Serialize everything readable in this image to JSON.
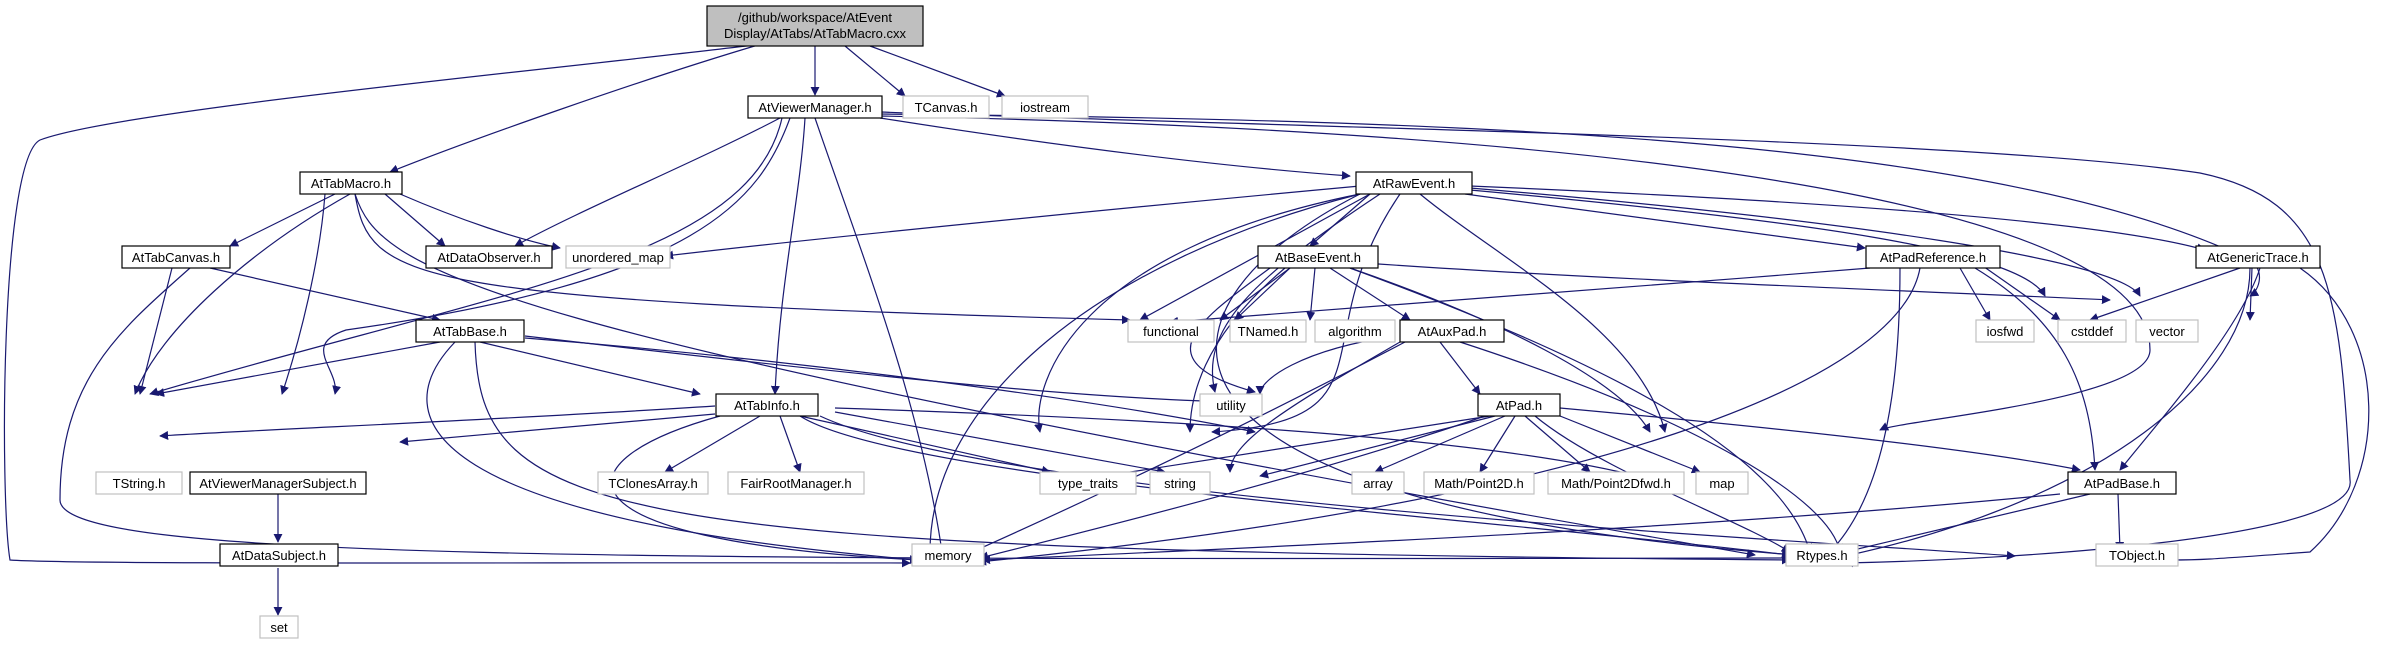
{
  "graph": {
    "root": {
      "line1": "/github/workspace/AtEvent",
      "line2": "Display/AtTabs/AtTabMacro.cxx"
    },
    "nodes": {
      "AtViewerManager_h": "AtViewerManager.h",
      "TCanvas_h": "TCanvas.h",
      "iostream": "iostream",
      "AtTabMacro_h": "AtTabMacro.h",
      "AtRawEvent_h": "AtRawEvent.h",
      "AtTabCanvas_h": "AtTabCanvas.h",
      "AtDataObserver_h": "AtDataObserver.h",
      "unordered_map": "unordered_map",
      "AtBaseEvent_h": "AtBaseEvent.h",
      "AtPadReference_h": "AtPadReference.h",
      "AtGenericTrace_h": "AtGenericTrace.h",
      "AtTabBase_h": "AtTabBase.h",
      "functional": "functional",
      "TNamed_h": "TNamed.h",
      "algorithm": "algorithm",
      "AtAuxPad_h": "AtAuxPad.h",
      "iosfwd": "iosfwd",
      "cstddef": "cstddef",
      "vector": "vector",
      "utility": "utility",
      "AtTabInfo_h": "AtTabInfo.h",
      "AtPad_h": "AtPad.h",
      "TString_h": "TString.h",
      "AtViewerManagerSubject_h": "AtViewerManagerSubject.h",
      "TClonesArray_h": "TClonesArray.h",
      "FairRootManager_h": "FairRootManager.h",
      "type_traits": "type_traits",
      "string": "string",
      "array": "array",
      "Point2D_h": "Math/Point2D.h",
      "Point2Dfwd_h": "Math/Point2Dfwd.h",
      "map": "map",
      "AtPadBase_h": "AtPadBase.h",
      "AtDataSubject_h": "AtDataSubject.h",
      "memory": "memory",
      "Rtypes_h": "Rtypes.h",
      "TObject_h": "TObject.h",
      "set": "set"
    }
  }
}
